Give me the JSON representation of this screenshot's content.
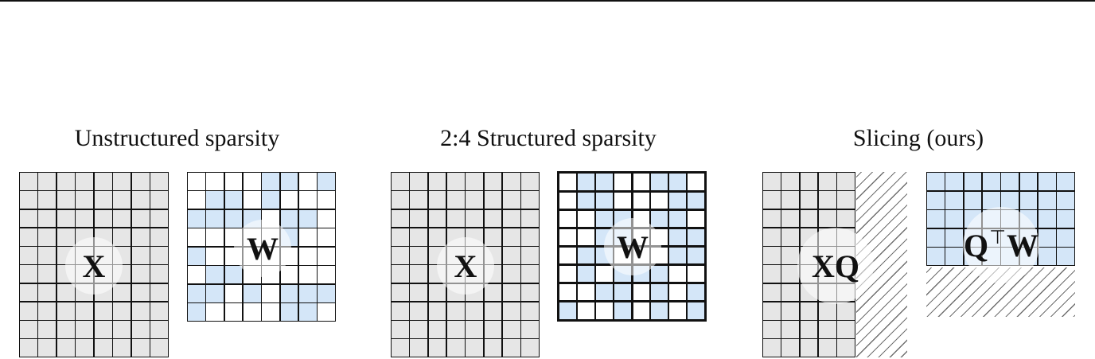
{
  "panels": [
    {
      "title": "Unstructured sparsity",
      "x_label": "X",
      "w_label": "W",
      "x_grid": {
        "cols": 8,
        "rows": 10
      },
      "w_grid": {
        "cols": 8,
        "rows": 8,
        "pattern": [
          [
            0,
            0,
            0,
            0,
            1,
            1,
            0,
            1
          ],
          [
            0,
            1,
            1,
            0,
            1,
            0,
            0,
            0
          ],
          [
            1,
            1,
            1,
            1,
            0,
            1,
            1,
            0
          ],
          [
            0,
            0,
            0,
            0,
            0,
            1,
            0,
            0
          ],
          [
            1,
            0,
            0,
            0,
            0,
            0,
            0,
            0
          ],
          [
            0,
            1,
            1,
            0,
            0,
            0,
            0,
            0
          ],
          [
            1,
            1,
            0,
            1,
            0,
            1,
            1,
            1
          ],
          [
            1,
            0,
            0,
            0,
            0,
            1,
            1,
            0
          ]
        ]
      }
    },
    {
      "title": "2:4 Structured sparsity",
      "x_label": "X",
      "w_label": "W",
      "x_grid": {
        "cols": 8,
        "rows": 10
      },
      "w_grid": {
        "cols": 8,
        "rows": 8,
        "group_size": 4,
        "pattern": [
          [
            0,
            1,
            1,
            0,
            0,
            1,
            1,
            0
          ],
          [
            0,
            1,
            1,
            0,
            0,
            0,
            1,
            1
          ],
          [
            0,
            0,
            1,
            1,
            0,
            1,
            1,
            0
          ],
          [
            0,
            0,
            1,
            1,
            0,
            0,
            1,
            1
          ],
          [
            0,
            1,
            1,
            0,
            0,
            0,
            1,
            1
          ],
          [
            0,
            1,
            0,
            1,
            1,
            1,
            0,
            0
          ],
          [
            0,
            0,
            1,
            1,
            0,
            1,
            0,
            1
          ],
          [
            1,
            0,
            0,
            1,
            0,
            1,
            0,
            1
          ]
        ]
      }
    },
    {
      "title": "Slicing (ours)",
      "x_label": "XQ",
      "w_label_main": "Q",
      "w_label_sup": "⊤",
      "w_label_tail": "W",
      "x_grid": {
        "cols": 5,
        "rows": 10,
        "sliced_cols": 3
      },
      "w_grid": {
        "cols": 8,
        "rows": 5,
        "sliced_rows": 3
      }
    }
  ],
  "colors": {
    "activation_fill": "#e6e6e6",
    "weight_fill": "#d4e6f8",
    "pruned_fill": "#ffffff",
    "grid_line": "#111111"
  }
}
